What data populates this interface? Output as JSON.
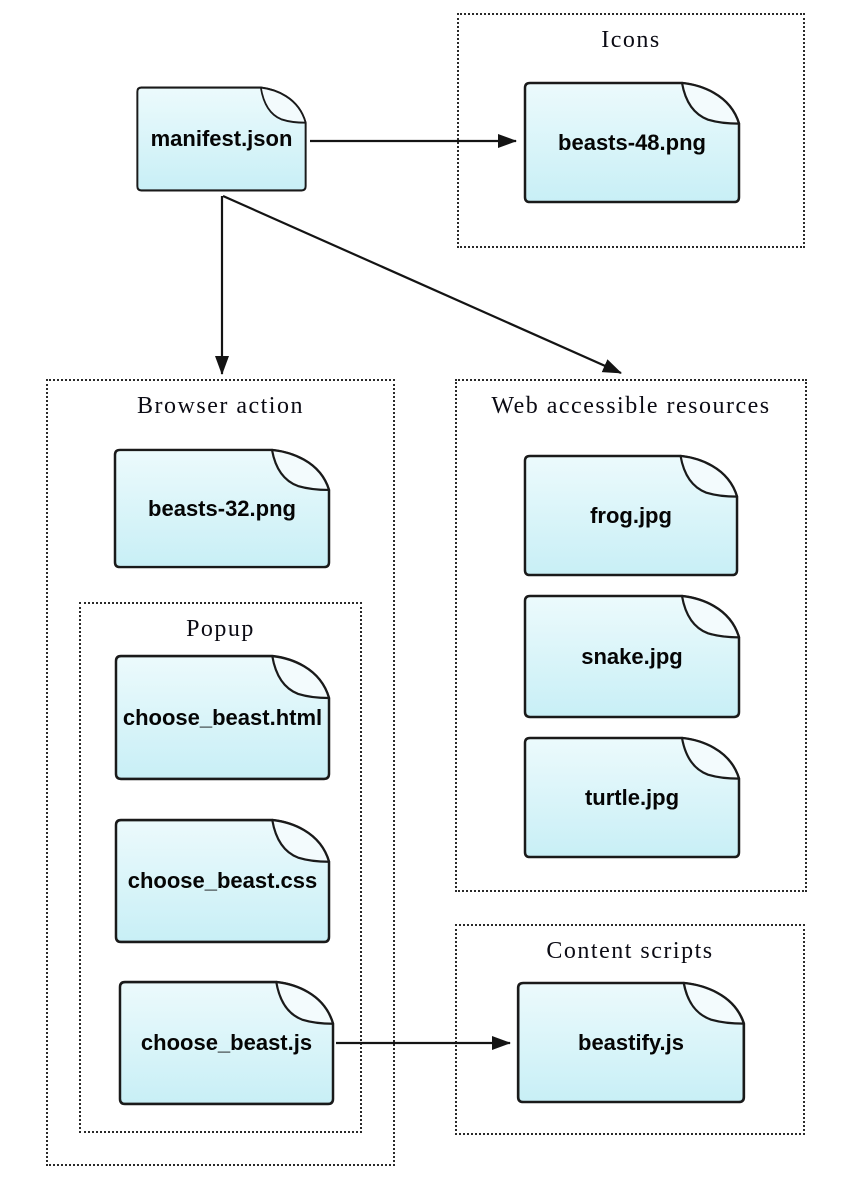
{
  "diagram": {
    "colors": {
      "background": "#ffffff",
      "doc_fill_top": "#ecfafc",
      "doc_fill_bottom": "#c8eff6",
      "doc_flap": "#f3fbfd",
      "doc_border": "#1a1a1a",
      "group_border": "#2a2a2a",
      "title_text": "#0b0b14",
      "label_text": "#050505",
      "arrow": "#141414"
    },
    "groups": {
      "icons": {
        "title": "Icons"
      },
      "browser_action": {
        "title": "Browser action"
      },
      "popup": {
        "title": "Popup"
      },
      "web_accessible_resources": {
        "title": "Web accessible resources"
      },
      "content_scripts": {
        "title": "Content scripts"
      }
    },
    "files": {
      "manifest": "manifest.json",
      "beasts48": "beasts-48.png",
      "beasts32": "beasts-32.png",
      "choose_beast_html": "choose_beast.html",
      "choose_beast_css": "choose_beast.css",
      "choose_beast_js": "choose_beast.js",
      "frog": "frog.jpg",
      "snake": "snake.jpg",
      "turtle": "turtle.jpg",
      "beastify": "beastify.js"
    },
    "edges": [
      {
        "from": "manifest.json",
        "to": "beasts-48.png"
      },
      {
        "from": "manifest.json",
        "to": "Browser action"
      },
      {
        "from": "manifest.json",
        "to": "Web accessible resources"
      },
      {
        "from": "choose_beast.js",
        "to": "beastify.js"
      }
    ]
  }
}
